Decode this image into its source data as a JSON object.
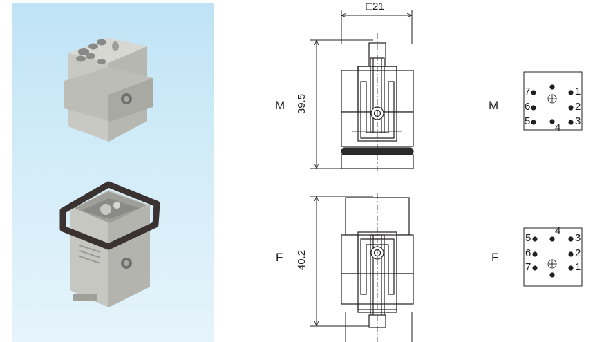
{
  "dimensions": {
    "width_label": "□21",
    "height_male": "39.5",
    "height_female": "40.2"
  },
  "variants": {
    "male_label": "M",
    "female_label": "F"
  },
  "pin_layout_male": {
    "pins": [
      "1",
      "2",
      "3",
      "4",
      "5",
      "6",
      "7"
    ]
  },
  "pin_layout_female": {
    "pins": [
      "1",
      "2",
      "3",
      "4",
      "5",
      "6",
      "7"
    ]
  },
  "colors": {
    "photo_background": "#cfeaf7",
    "line": "#231f20",
    "gasket": "#2b2b2b"
  }
}
